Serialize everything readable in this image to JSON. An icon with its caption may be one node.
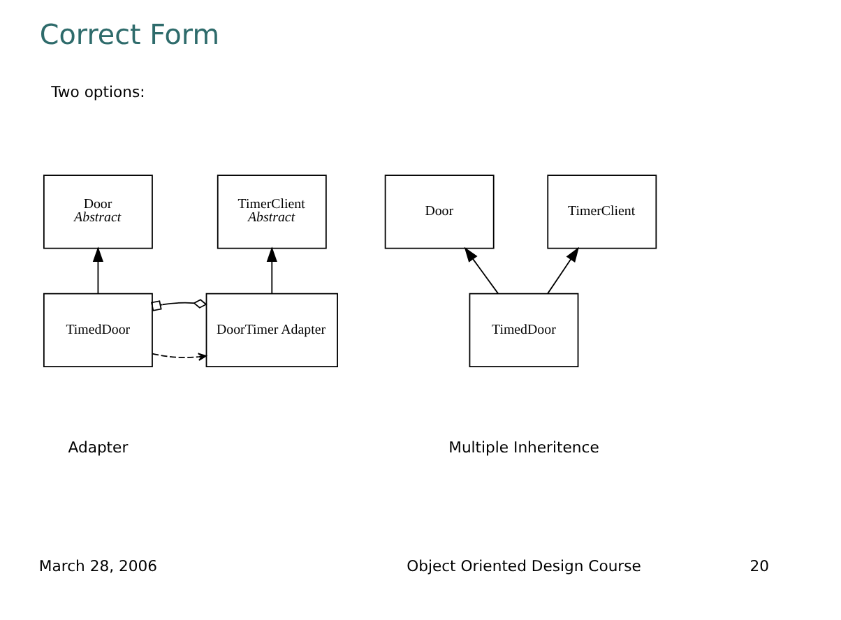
{
  "diagram": {
    "title": "Correct Form",
    "nodes": [
      {
        "text": [
          "Door",
          "Abstract"
        ]
      },
      {
        "text": [
          "TimerClient",
          "Abstract"
        ]
      },
      {
        "text": [
          "TimedDoor"
        ]
      },
      {
        "text": [
          "DoorTimer Adapter"
        ]
      },
      {
        "text": [
          "Door"
        ]
      },
      {
        "text": [
          "TimerClient"
        ]
      },
      {
        "text": [
          "TimedDoor"
        ]
      }
    ],
    "edges": [
      {
        "from": 2,
        "to": 0,
        "arrow": "to"
      },
      {
        "from": 3,
        "to": 1,
        "arrow": "to"
      },
      {
        "from": 2,
        "to": 3,
        "arrow": "other"
      },
      {
        "from": 2,
        "to": 3,
        "arrow": "to",
        "style": "dashed"
      },
      {
        "from": 6,
        "to": 4,
        "arrow": "to"
      },
      {
        "from": 6,
        "to": 5,
        "arrow": "to"
      }
    ],
    "labels": [
      "Two options:",
      "Adapter",
      "Multiple Inheritence",
      "March 28, 2006",
      "Object Oriented Design Course",
      "20"
    ]
  }
}
